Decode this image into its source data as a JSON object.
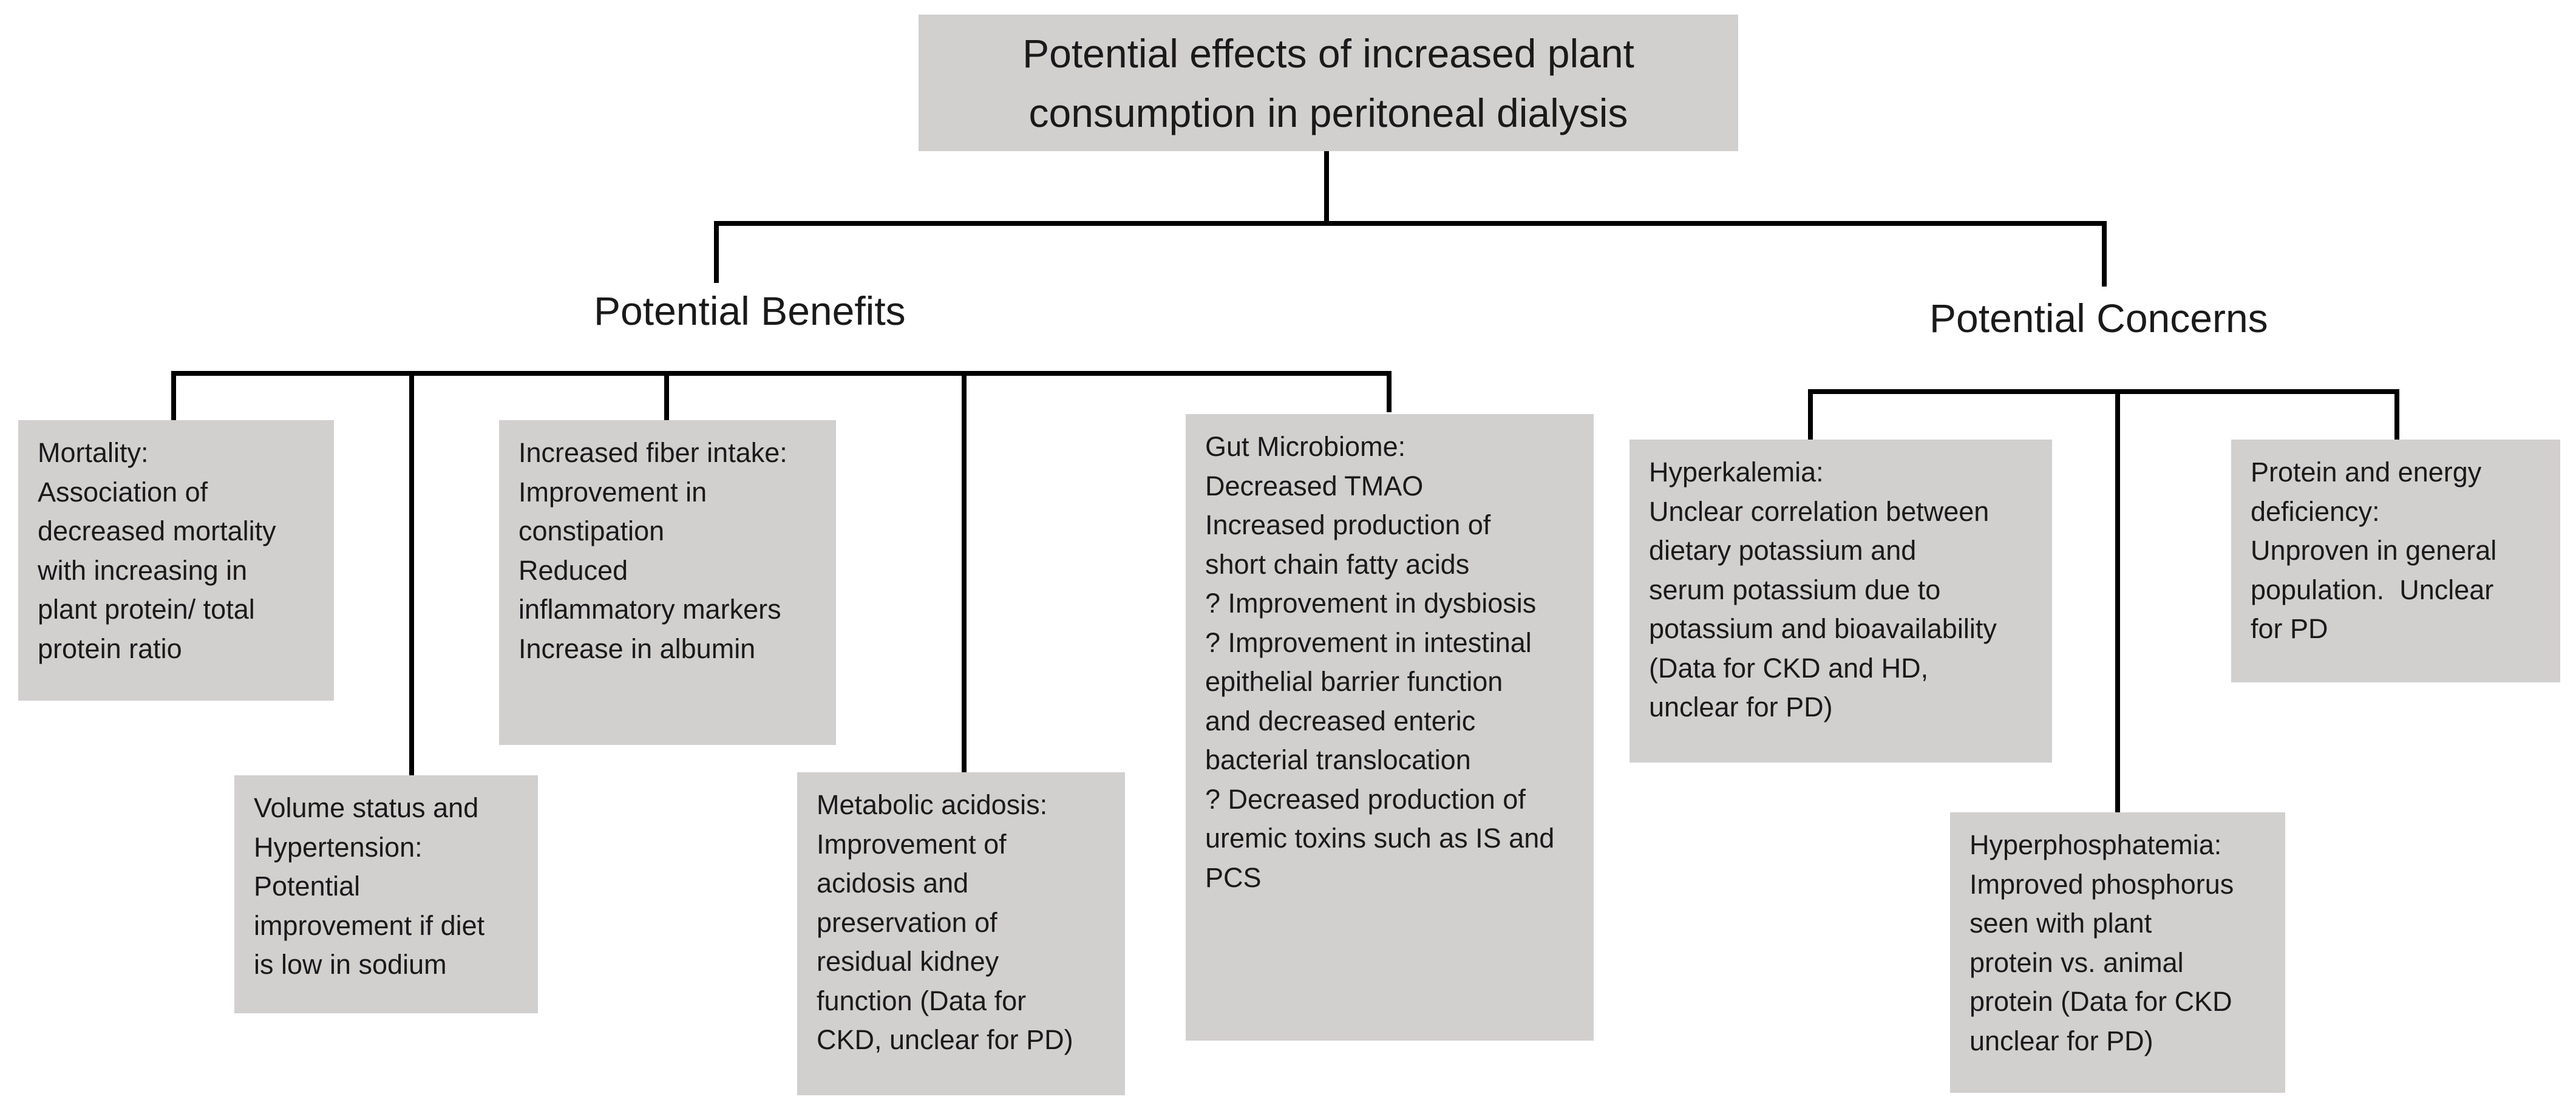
{
  "title": {
    "line1": "Potential effects of increased plant",
    "line2": "consumption in peritoneal dialysis"
  },
  "benefits": {
    "heading": "Potential Benefits",
    "mortality": {
      "lines": [
        "Mortality:",
        "Association of",
        "decreased mortality",
        "with increasing in",
        "plant protein/ total",
        "protein ratio"
      ]
    },
    "volume": {
      "lines": [
        "Volume status and",
        "Hypertension:",
        "Potential",
        "improvement if diet",
        "is low in sodium"
      ]
    },
    "fiber": {
      "lines": [
        "Increased fiber intake:",
        "Improvement in",
        "constipation",
        "Reduced",
        "inflammatory markers",
        "Increase in albumin"
      ]
    },
    "acidosis": {
      "lines": [
        "Metabolic acidosis:",
        "Improvement of",
        "acidosis and",
        "preservation of",
        "residual kidney",
        "function (Data for",
        "CKD, unclear for PD)"
      ]
    },
    "gut": {
      "lines": [
        "Gut Microbiome:",
        "Decreased TMAO",
        "Increased production of",
        "short chain fatty acids",
        "? Improvement in dysbiosis",
        "? Improvement in intestinal",
        "epithelial barrier function",
        "and decreased enteric",
        "bacterial translocation",
        "? Decreased production of",
        "uremic toxins such as IS and",
        "PCS"
      ]
    }
  },
  "concerns": {
    "heading": "Potential Concerns",
    "hyperkalemia": {
      "lines": [
        "Hyperkalemia:",
        "Unclear correlation between",
        "dietary potassium and",
        "serum potassium due to",
        "potassium and bioavailability",
        "(Data for CKD and HD,",
        "unclear for PD)"
      ]
    },
    "protein": {
      "lines": [
        "Protein and energy",
        "deficiency:",
        "Unproven in general",
        "population.  Unclear",
        "for PD"
      ]
    },
    "hyperphos": {
      "lines": [
        "Hyperphosphatemia:",
        "Improved phosphorus",
        "seen with plant",
        "protein vs. animal",
        "protein (Data for CKD",
        "unclear for PD)"
      ]
    }
  }
}
